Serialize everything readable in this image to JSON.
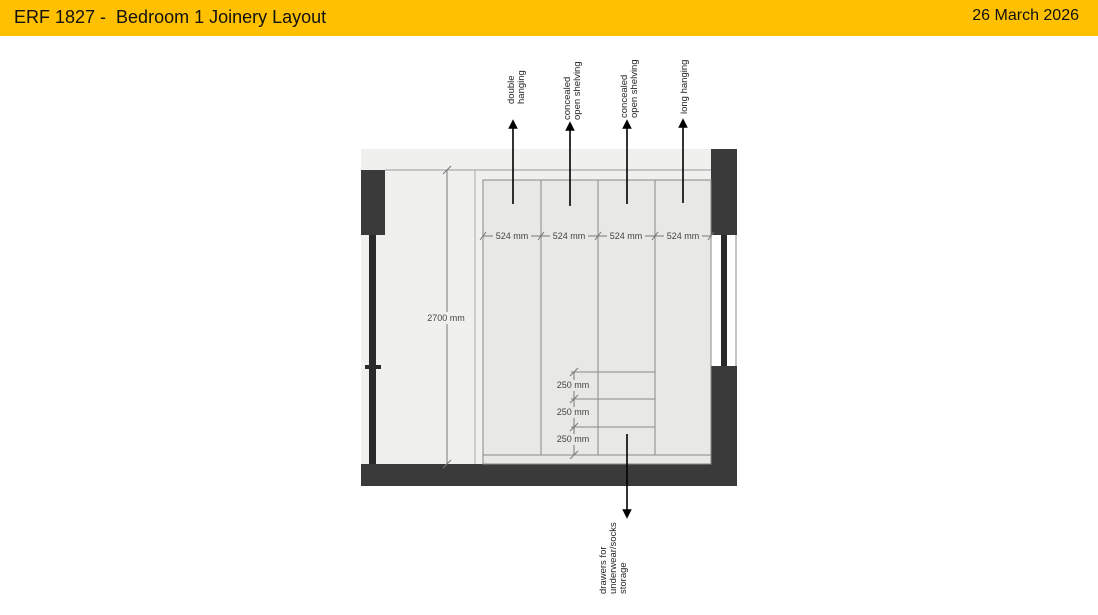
{
  "header": {
    "title": "ERF 1827 -  Bedroom 1 Joinery Layout",
    "date": "26 March 2026"
  },
  "drawing": {
    "height_dim": "2700 mm",
    "widths": [
      "524 mm",
      "524 mm",
      "524 mm",
      "524 mm"
    ],
    "drawer_dims": [
      "250 mm",
      "250 mm",
      "250 mm"
    ],
    "labels": {
      "double_hanging": [
        "double",
        "hanging"
      ],
      "concealed_1": [
        "concealed",
        "open shelving"
      ],
      "concealed_2": [
        "concealed",
        "open shelving"
      ],
      "long_hanging": [
        "long hanging"
      ],
      "drawers": [
        "drawers for",
        "underwear/socks",
        "storage"
      ]
    }
  },
  "colors": {
    "header": "#ffc000",
    "wall": "#3a3a3a",
    "panel": "#f0f0ee"
  }
}
